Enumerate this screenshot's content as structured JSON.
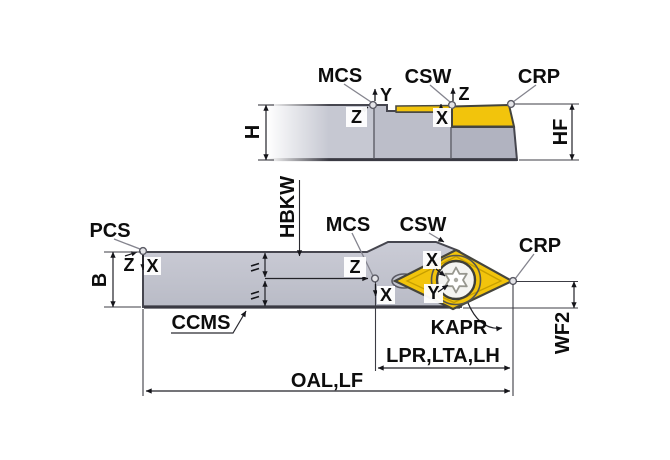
{
  "colors": {
    "insert_yellow": "#f2c40c",
    "body_gray_light": "#c8cad4",
    "body_gray_mid": "#bcbec9",
    "body_gray_dark": "#b1b3c0",
    "outline": "#46464f",
    "dimension_line": "#222228"
  },
  "top_view": {
    "mcs": "MCS",
    "y_axis": "Y",
    "csw": "CSW",
    "z_axis": "Z",
    "crp": "CRP",
    "z_origin": "Z",
    "x_origin": "X",
    "dim_h": "H",
    "dim_hf": "HF"
  },
  "bottom_view": {
    "pcs": "PCS",
    "z_pcs": "Z",
    "x_pcs": "X",
    "dim_b": "B",
    "ccms": "CCMS",
    "hbkw": "HBKW",
    "mcs": "MCS",
    "z_mcs": "Z",
    "x_mcs": "X",
    "csw": "CSW",
    "x_csw": "X",
    "y_csw": "Y",
    "crp": "CRP",
    "kapr": "KAPR",
    "dim_wf2": "WF2",
    "dim_lpr": "LPR,LTA,LH",
    "dim_oal": "OAL,LF"
  }
}
